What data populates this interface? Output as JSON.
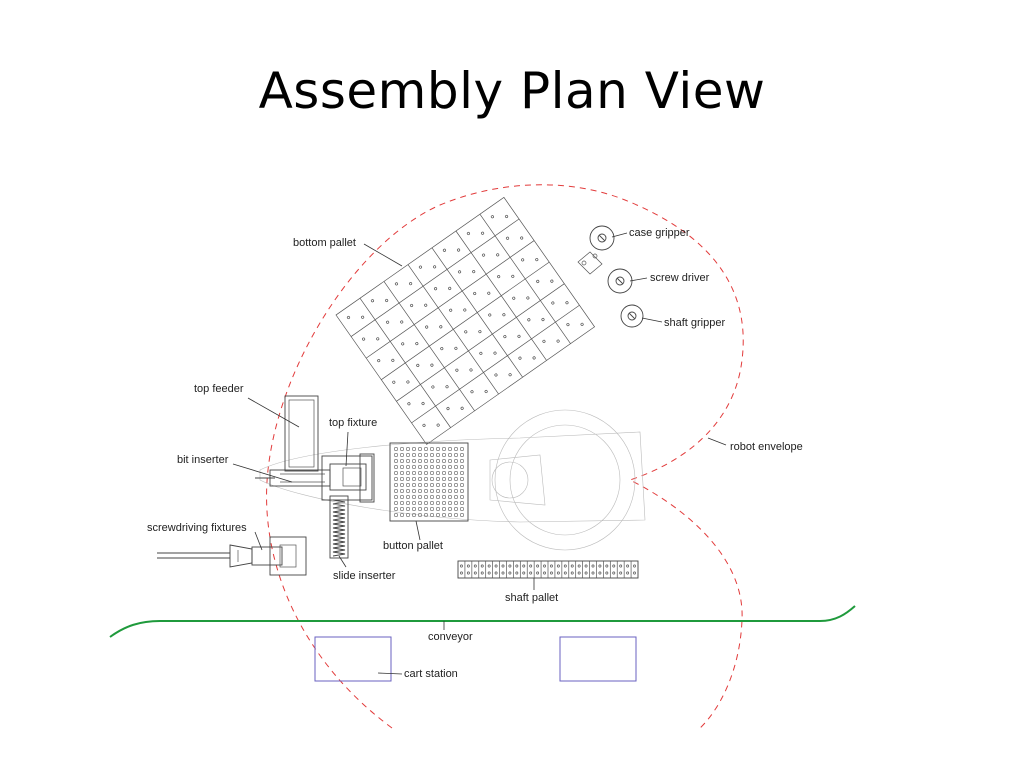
{
  "slide": {
    "title": "Assembly Plan View"
  },
  "labels": {
    "bottom_pallet": "bottom pallet",
    "case_gripper": "case gripper",
    "screw_driver": "screw driver",
    "shaft_gripper": "shaft gripper",
    "top_feeder": "top feeder",
    "top_fixture": "top fixture",
    "bit_inserter": "bit inserter",
    "robot_envelope": "robot envelope",
    "screwdriving_fixtures": "screwdriving fixtures",
    "button_pallet": "button pallet",
    "slide_inserter": "slide inserter",
    "shaft_pallet": "shaft pallet",
    "conveyor": "conveyor",
    "cart_station": "cart station"
  },
  "colors": {
    "robot_envelope": "#e23b3b",
    "conveyor": "#1f9a3c",
    "cart_station": "#6a62c0"
  }
}
